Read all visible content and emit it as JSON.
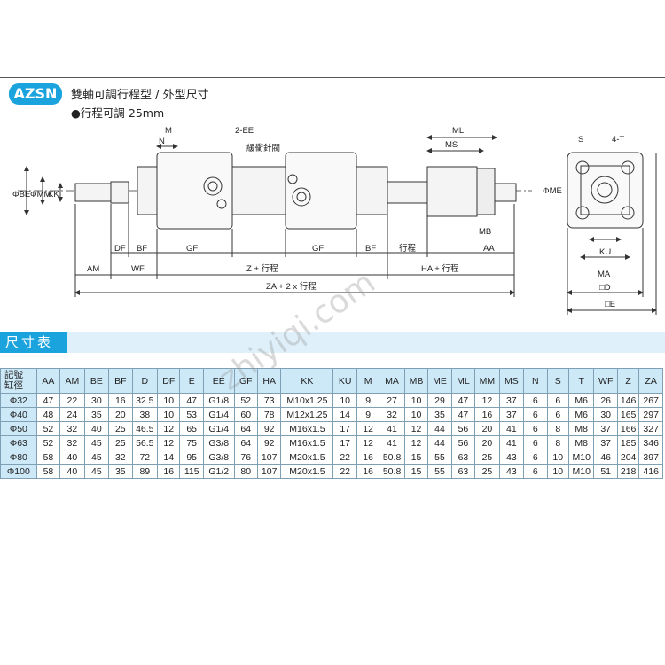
{
  "header": {
    "model": "AZSN",
    "title": "雙軸可調行程型 / 外型尺寸",
    "note": "●行程可調 25mm"
  },
  "drawing_labels": {
    "M": "M",
    "N": "N",
    "EE": "2-EE",
    "cushion": "緩衝針閥",
    "ML": "ML",
    "MS": "MS",
    "MB": "MB",
    "BE": "ΦBE",
    "MM": "ΦMM",
    "KK": "KK",
    "DF": "DF",
    "BF": "BF",
    "GF": "GF",
    "stroke": "行程",
    "AA": "AA",
    "AM": "AM",
    "WF": "WF",
    "Z_stroke": "Z + 行程",
    "HA_stroke": "HA + 行程",
    "ZA": "ZA + 2 x 行程",
    "S": "S",
    "T4": "4-T",
    "ME": "ΦME",
    "KU": "KU",
    "MA": "MA",
    "D": "□D",
    "E": "□E"
  },
  "section": {
    "title": "尺寸表"
  },
  "table": {
    "corner_top": "記號",
    "corner_bottom": "缸徑",
    "columns": [
      "AA",
      "AM",
      "BE",
      "BF",
      "D",
      "DF",
      "E",
      "EE",
      "GF",
      "HA",
      "KK",
      "KU",
      "M",
      "MA",
      "MB",
      "ME",
      "ML",
      "MM",
      "MS",
      "N",
      "S",
      "T",
      "WF",
      "Z",
      "ZA"
    ],
    "rows": [
      {
        "bore": "Φ32",
        "values": [
          "47",
          "22",
          "30",
          "16",
          "32.5",
          "10",
          "47",
          "G1/8",
          "52",
          "73",
          "M10x1.25",
          "10",
          "9",
          "27",
          "10",
          "29",
          "47",
          "12",
          "37",
          "6",
          "6",
          "M6",
          "26",
          "146",
          "267"
        ]
      },
      {
        "bore": "Φ40",
        "values": [
          "48",
          "24",
          "35",
          "20",
          "38",
          "10",
          "53",
          "G1/4",
          "60",
          "78",
          "M12x1.25",
          "14",
          "9",
          "32",
          "10",
          "35",
          "47",
          "16",
          "37",
          "6",
          "6",
          "M6",
          "30",
          "165",
          "297"
        ]
      },
      {
        "bore": "Φ50",
        "values": [
          "52",
          "32",
          "40",
          "25",
          "46.5",
          "12",
          "65",
          "G1/4",
          "64",
          "92",
          "M16x1.5",
          "17",
          "12",
          "41",
          "12",
          "44",
          "56",
          "20",
          "41",
          "6",
          "8",
          "M8",
          "37",
          "166",
          "327"
        ]
      },
      {
        "bore": "Φ63",
        "values": [
          "52",
          "32",
          "45",
          "25",
          "56.5",
          "12",
          "75",
          "G3/8",
          "64",
          "92",
          "M16x1.5",
          "17",
          "12",
          "41",
          "12",
          "44",
          "56",
          "20",
          "41",
          "6",
          "8",
          "M8",
          "37",
          "185",
          "346"
        ]
      },
      {
        "bore": "Φ80",
        "values": [
          "58",
          "40",
          "45",
          "32",
          "72",
          "14",
          "95",
          "G3/8",
          "76",
          "107",
          "M20x1.5",
          "22",
          "16",
          "50.8",
          "15",
          "55",
          "63",
          "25",
          "43",
          "6",
          "10",
          "M10",
          "46",
          "204",
          "397"
        ]
      },
      {
        "bore": "Φ100",
        "values": [
          "58",
          "40",
          "45",
          "35",
          "89",
          "16",
          "115",
          "G1/2",
          "80",
          "107",
          "M20x1.5",
          "22",
          "16",
          "50.8",
          "15",
          "55",
          "63",
          "25",
          "43",
          "6",
          "10",
          "M10",
          "51",
          "218",
          "416"
        ]
      }
    ]
  },
  "watermark": "zhiyiqi.com",
  "colors": {
    "accent": "#1aa3dc",
    "header_fill": "#cde9f8",
    "band": "#dff0fa"
  }
}
